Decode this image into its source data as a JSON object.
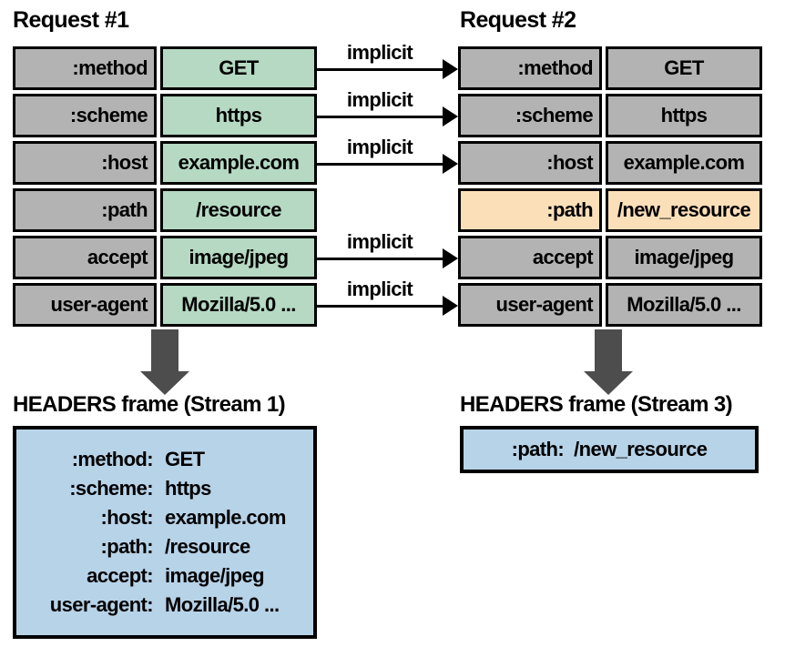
{
  "colors": {
    "gray": "#b3b3b3",
    "green": "#b5d9c2",
    "orange": "#fbdfb9",
    "blue": "#b7d3e8",
    "dark": "#4d4d4d"
  },
  "request1": {
    "title": "Request #1",
    "rows": [
      {
        "name": ":method",
        "value": "GET"
      },
      {
        "name": ":scheme",
        "value": "https"
      },
      {
        "name": ":host",
        "value": "example.com"
      },
      {
        "name": ":path",
        "value": "/resource"
      },
      {
        "name": "accept",
        "value": "image/jpeg"
      },
      {
        "name": "user-agent",
        "value": "Mozilla/5.0 ..."
      }
    ]
  },
  "request2": {
    "title": "Request #2",
    "rows": [
      {
        "name": ":method",
        "value": "GET"
      },
      {
        "name": ":scheme",
        "value": "https"
      },
      {
        "name": ":host",
        "value": "example.com"
      },
      {
        "name": ":path",
        "value": "/new_resource"
      },
      {
        "name": "accept",
        "value": "image/jpeg"
      },
      {
        "name": "user-agent",
        "value": "Mozilla/5.0 ..."
      }
    ]
  },
  "arrows": {
    "labels": [
      "implicit",
      "implicit",
      "implicit",
      "implicit",
      "implicit"
    ]
  },
  "stream1": {
    "title": "HEADERS frame (Stream 1)",
    "lines": [
      {
        "name": ":method:",
        "value": "GET"
      },
      {
        "name": ":scheme:",
        "value": "https"
      },
      {
        "name": ":host:",
        "value": "example.com"
      },
      {
        "name": ":path:",
        "value": "/resource"
      },
      {
        "name": "accept:",
        "value": "image/jpeg"
      },
      {
        "name": "user-agent:",
        "value": "Mozilla/5.0 ..."
      }
    ]
  },
  "stream3": {
    "title": "HEADERS frame (Stream 3)",
    "lines": [
      {
        "name": ":path:",
        "value": "/new_resource"
      }
    ]
  }
}
